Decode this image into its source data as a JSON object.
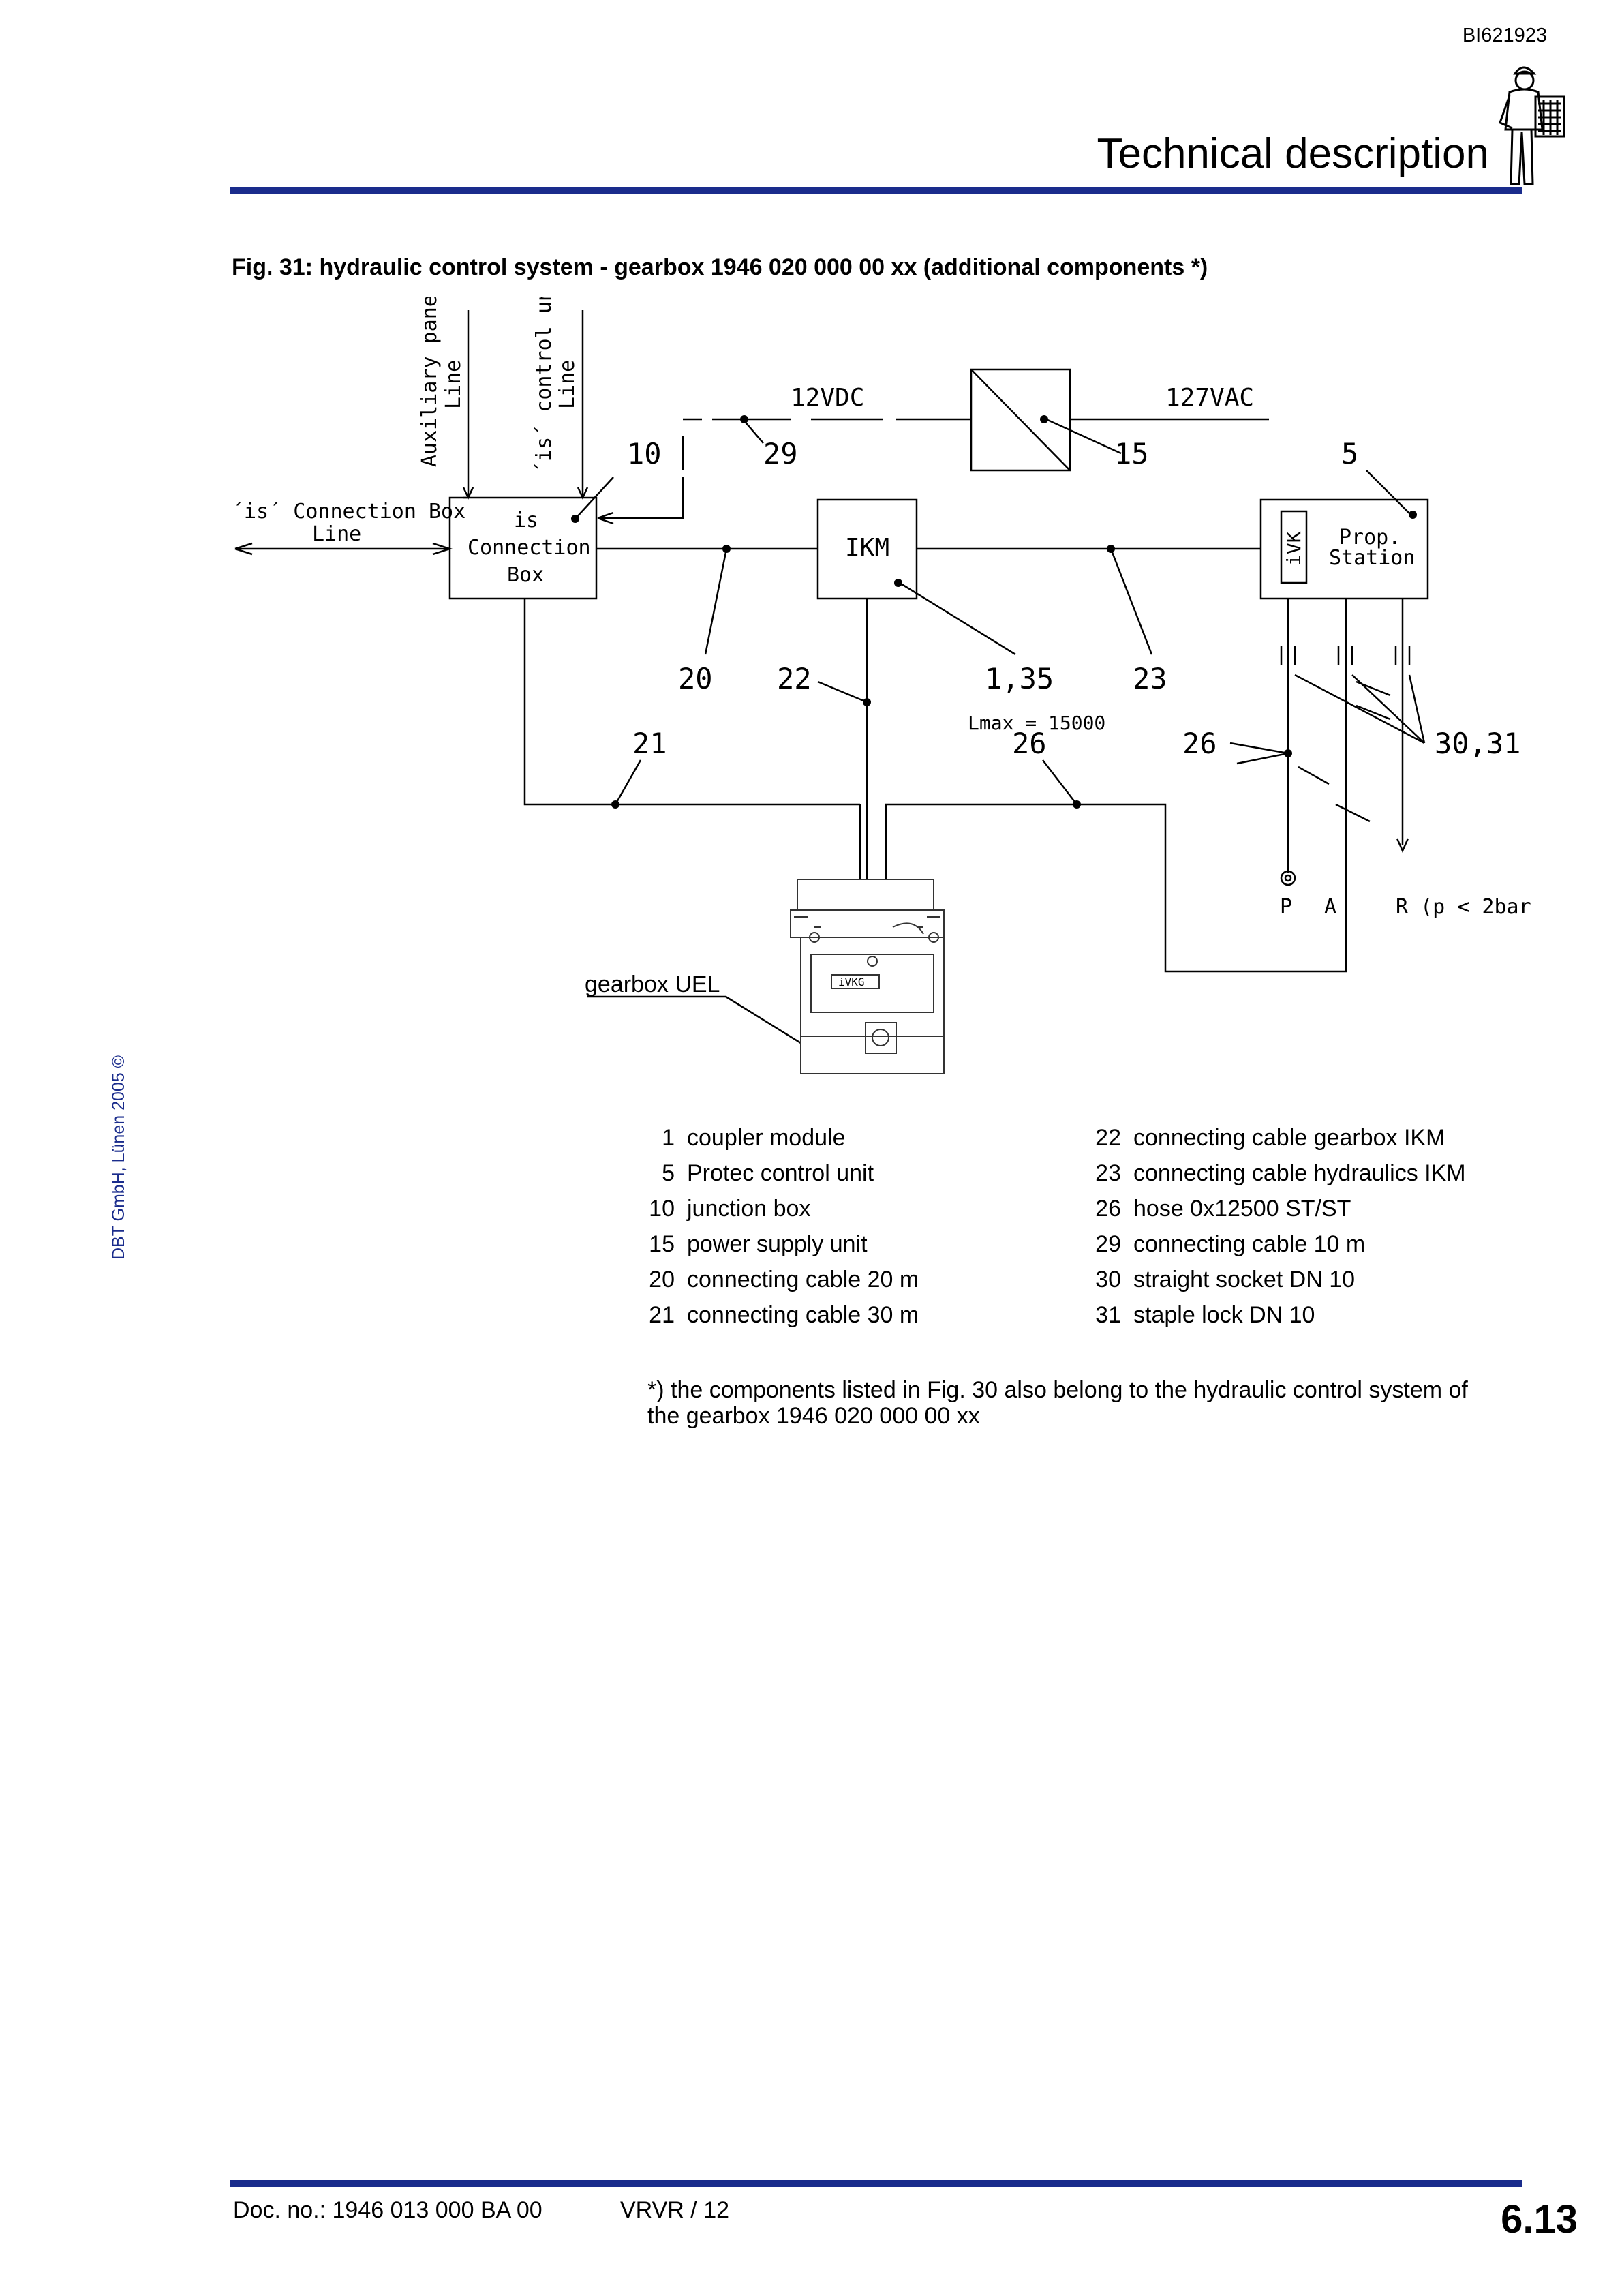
{
  "header": {
    "doc_id": "BI621923",
    "section_title": "Technical description"
  },
  "figure": {
    "caption": "Fig. 31:   hydraulic control system - gearbox 1946 020 000 00 xx (additional components *)",
    "labels": {
      "aux_panel": "Auxiliary panel",
      "aux_line": "Line",
      "is_control": "´is´ control unit",
      "is_line": "Line",
      "conn_box_line_1": "´is´ Connection Box",
      "conn_box_line_2": "Line",
      "box_is_1": "is",
      "box_is_2": "Connection",
      "box_is_3": "Box",
      "ikm": "IKM",
      "ivk": "iVK",
      "prop_1": "Prop.",
      "prop_2": "Station",
      "v12": "12VDC",
      "v127": "127VAC",
      "n10": "10",
      "n29": "29",
      "n15": "15",
      "n5": "5",
      "n20": "20",
      "n22": "22",
      "n135": "1,35",
      "n23": "23",
      "lmax": "Lmax = 15000",
      "n21": "21",
      "n26a": "26",
      "n26b": "26",
      "n3031": "30,31",
      "port_p": "P",
      "port_a": "A",
      "port_r": "R  (p < 2bar)",
      "gearbox": "gearbox UEL",
      "gear_tag": "iVKG"
    }
  },
  "legend": {
    "left": [
      {
        "num": "1",
        "text": "coupler module"
      },
      {
        "num": "5",
        "text": "Protec control unit"
      },
      {
        "num": "10",
        "text": "junction box"
      },
      {
        "num": "15",
        "text": "power supply unit"
      },
      {
        "num": "20",
        "text": "connecting cable 20 m"
      },
      {
        "num": "21",
        "text": "connecting cable 30 m"
      }
    ],
    "right": [
      {
        "num": "22",
        "text": "connecting cable gearbox IKM"
      },
      {
        "num": "23",
        "text": "connecting cable hydraulics IKM"
      },
      {
        "num": "26",
        "text": "hose 0x12500 ST/ST"
      },
      {
        "num": "29",
        "text": "connecting cable 10 m"
      },
      {
        "num": "30",
        "text": "straight socket DN 10"
      },
      {
        "num": "31",
        "text": "staple lock DN 10"
      }
    ]
  },
  "footnote": "*) the components listed in Fig. 30 also belong to the hydraulic control system of the gearbox 1946 020 000 00 xx",
  "side_note": "DBT GmbH, Lünen 2005 ©",
  "footer": {
    "doc_no": "Doc. no.: 1946 013 000 BA 00",
    "version": "VRVR / 12",
    "page": "6.13"
  },
  "colors": {
    "accent": "#1a2c8c"
  },
  "icons": [
    "worker-with-clipboard-icon"
  ]
}
